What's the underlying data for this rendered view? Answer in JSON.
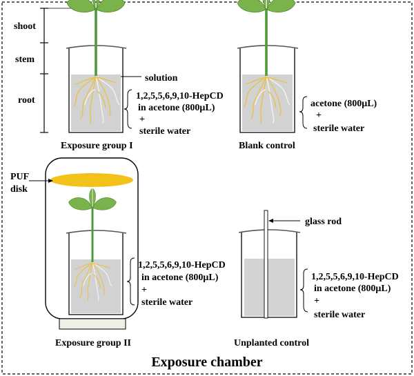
{
  "colors": {
    "solution": "#d2d2d2",
    "leaf": "#7ab24b",
    "stem": "#4f9a3a",
    "puf_disk": "#f2c21a",
    "glass_rod": "#ffffff",
    "root_yellow": "#e8c24a",
    "root_white": "#f3f3f3"
  },
  "icons": {
    "plant": "seedling-icon",
    "beaker": "beaker-icon",
    "puf": "puf-disk-icon",
    "rod": "glass-rod-icon"
  },
  "labels": {
    "shoot": "shoot",
    "stem": "stem",
    "root": "root",
    "solution": "solution",
    "puf_line1": "PUF",
    "puf_line2": "disk",
    "glass_rod": "glass rod",
    "plus": "+",
    "chemical": "1,2,5,5,6,9,10-HepCD",
    "in_acetone": "in acetone (800μL)",
    "acetone": "acetone (800μL)",
    "sterile_water": "sterile water"
  },
  "groups": {
    "exposure_1": "Exposure group I",
    "blank": "Blank  control",
    "exposure_2": "Exposure group II",
    "unplanted": "Unplanted control"
  },
  "footer": {
    "title": "Exposure chamber"
  }
}
